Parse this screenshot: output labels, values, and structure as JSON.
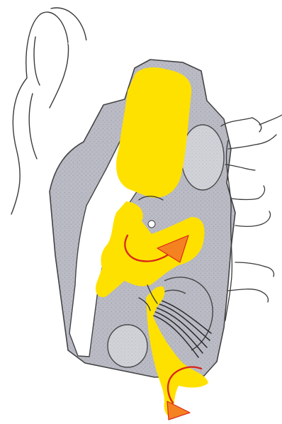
{
  "illustration": {
    "palette": {
      "background": "#ffffff",
      "outline": "#333333",
      "tissue_gray": "#b8b8c2",
      "tissue_dark": "#9da0aa",
      "bone_light": "#d3d3d8",
      "structure_yellow": "#ffe100",
      "arrow_orange": "#f58220",
      "arrow_red": "#d9281c"
    },
    "icons": {
      "flow_arrow_upper": "curved-flow-arrow",
      "flow_arrow_lower": "curved-flow-arrow",
      "nerve_bundle": "nerve-bundle"
    }
  }
}
